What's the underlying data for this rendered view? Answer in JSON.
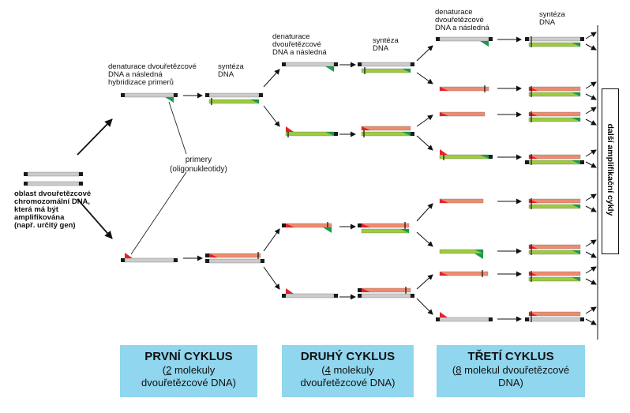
{
  "colors": {
    "template_strand": "#cccccc",
    "new_strand_green": "#9ccc3c",
    "new_strand_salmon": "#f08a6c",
    "primer_red": "#e6202a",
    "primer_green": "#1a9a4a",
    "strand_end": "#1a1a1a",
    "cycle_box": "#8fd6ee"
  },
  "labels": {
    "source_dna": [
      "oblast dvouřetězcové",
      "chromozomální DNA,",
      "která má být",
      "amplifikována",
      "(např. určitý gen)"
    ],
    "denature_first": [
      "denaturace dvouřetězcové",
      "DNA a následná",
      "hybridizace primerů"
    ],
    "synthesis": [
      "syntéza",
      "DNA"
    ],
    "denature_short": [
      "denaturace",
      "dvouřetězcové",
      "DNA a následná"
    ],
    "primers": [
      "primery",
      "(oligonukleotidy)"
    ],
    "further_cycles": "další amplifikační cykly"
  },
  "cycles": [
    {
      "title": "PRVNÍ CYKLUS",
      "count": "2",
      "line1_rest": " molekuly",
      "line2": "dvouřetězcové DNA)"
    },
    {
      "title": "DRUHÝ CYKLUS",
      "count": "4",
      "line1_rest": " molekuly",
      "line2": "dvouřetězcové DNA)"
    },
    {
      "title": "TŘETÍ  CYKLUS",
      "count": "8",
      "line1_rest": " molekul dvouřetězcové",
      "line2": "DNA)"
    }
  ]
}
